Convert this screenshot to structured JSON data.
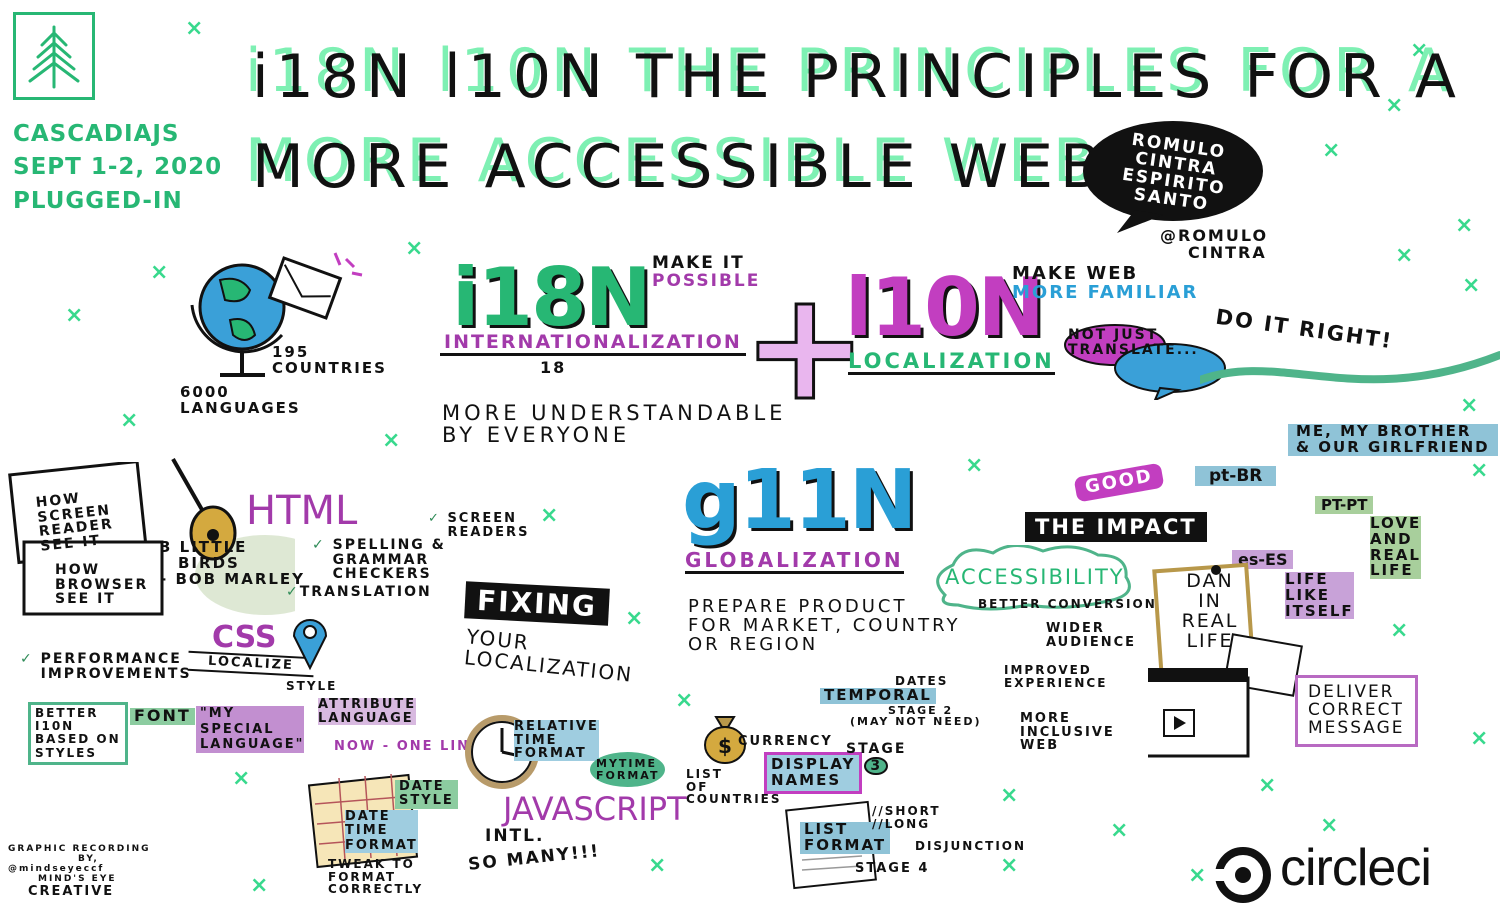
{
  "colors": {
    "accent_green": "#27b774",
    "mint": "#7ef0b3",
    "purple": "#a23aaa",
    "blue": "#2a9fd6",
    "pink": "#c23ec0"
  },
  "event": {
    "name": "CASCADIAJS",
    "dates": "SEPT 1-2, 2020",
    "mode": "PLUGGED-IN",
    "logo_icon": "pine-tree-icon"
  },
  "title": {
    "line1": "i18N l10N THE PRINCIPLES FOR A",
    "line2": "MORE ACCESSIBLE WEB"
  },
  "speaker": {
    "name_l1": "ROMULO",
    "name_l2": "CINTRA",
    "name_l3": "ESPIRITO SANTO",
    "handle_l1": "@ROMULO",
    "handle_l2": "CINTRA"
  },
  "globe": {
    "countries_num": "195",
    "countries_label": "COUNTRIES",
    "languages_num": "6000",
    "languages_label": "LANGUAGES"
  },
  "i18n": {
    "term": "i18N",
    "expanded": "INTERNATIONALIZATION",
    "count": "18",
    "tag_l1": "MAKE IT",
    "tag_l2": "POSSIBLE",
    "desc_l1": "MORE UNDERSTANDABLE",
    "desc_l2": "BY EVERYONE"
  },
  "plus": "+",
  "l10n": {
    "term": "l10N",
    "expanded": "LOCALIZATION",
    "tag_l1": "MAKE WEB",
    "tag_l2": "MORE FAMILIAR",
    "note_l1": "NOT JUST",
    "note_l2": "TRANSLATE...",
    "right": "DO IT RIGHT!"
  },
  "g11n": {
    "term": "g11N",
    "expanded": "GLOBALIZATION",
    "desc_l1": "PREPARE PRODUCT",
    "desc_l2": "FOR MARKET, COUNTRY",
    "desc_l3": "OR REGION"
  },
  "html_section": {
    "title": "HTML",
    "screen_l1": "HOW",
    "screen_l2": "SCREEN",
    "screen_l3": "READER",
    "screen_l4": "SEE IT",
    "browser_l1": "HOW",
    "browser_l2": "BROWSER",
    "browser_l3": "SEE IT",
    "song_l1": "3 LITTLE",
    "song_l2": "BIRDS",
    "song_l3": "- BOB MARLEY",
    "check_screen_l1": "SCREEN",
    "check_screen_l2": "READERS",
    "check_spell_l1": "SPELLING &",
    "check_spell_l2": "GRAMMAR",
    "check_spell_l3": "CHECKERS",
    "check_translation": "TRANSLATION"
  },
  "css_section": {
    "title": "CSS",
    "localize": "LOCALIZE",
    "style": "STYLE",
    "perf_l1": "PERFORMANCE",
    "perf_l2": "IMPROVEMENTS",
    "better_l1": "BETTER",
    "better_l2": "I10N",
    "better_l3": "BASED ON",
    "better_l4": "STYLES",
    "font": "FONT",
    "special": "\"MY SPECIAL LANGUAGE\"",
    "attr_l1": "ATTRIBUTE",
    "attr_l2": "LANGUAGE"
  },
  "fixing": {
    "title": "FIXING",
    "sub_l1": "YOUR",
    "sub_l2": "LOCALIZATION"
  },
  "js_section": {
    "title": "JAVASCRIPT",
    "now": "NOW - ONE LINE",
    "date_style_l1": "DATE",
    "date_style_l2": "STYLE",
    "date_time_l1": "DATE",
    "date_time_l2": "TIME",
    "date_time_l3": "FORMAT",
    "tweak_l1": "TWEAK TO",
    "tweak_l2": "FORMAT",
    "tweak_l3": "CORRECTLY",
    "relative_l1": "RELATIVE",
    "relative_l2": "TIME",
    "relative_l3": "FORMAT",
    "mytime_l1": "MYTIME",
    "mytime_l2": "FORMAT",
    "intl": "INTL.",
    "so_many": "SO MANY!!!"
  },
  "g11n_items": {
    "dates": "DATES",
    "temporal": "TEMPORAL",
    "stage2": "STAGE 2",
    "may_not": "(MAY NOT NEED)",
    "currency": "CURRENCY",
    "list_countries_l1": "LIST",
    "list_countries_l2": "OF",
    "list_countries_l3": "COUNTRIES",
    "display_l1": "DISPLAY",
    "display_l2": "NAMES",
    "stage3_l1": "STAGE",
    "stage3_l2": "3",
    "list_format_l1": "LIST",
    "list_format_l2": "FORMAT",
    "short": "//SHORT",
    "long": "//LONG",
    "disjunction": "DISJUNCTION",
    "stage4": "STAGE 4"
  },
  "impact": {
    "good": "GOOD",
    "title": "THE IMPACT",
    "accessibility": "ACCESSIBILITY",
    "better_conv": "BETTER CONVERSION",
    "wider_l1": "WIDER",
    "wider_l2": "AUDIENCE",
    "improved_l1": "IMPROVED",
    "improved_l2": "EXPERIENCE",
    "inclusive_l1": "MORE",
    "inclusive_l2": "INCLUSIVE",
    "inclusive_l3": "WEB"
  },
  "real_life": {
    "family_l1": "ME, MY BROTHER",
    "family_l2": "& OUR GIRLFRIEND",
    "pt_br": "pt-BR",
    "pt_pt": "PT-PT",
    "love_l1": "LOVE",
    "love_l2": "AND",
    "love_l3": "REAL",
    "love_l4": "LIFE",
    "es_es": "es-ES",
    "life_l1": "LIFE",
    "life_l2": "LIKE",
    "life_l3": "ITSELF",
    "dan_l1": "DAN",
    "dan_l2": "IN",
    "dan_l3": "REAL",
    "dan_l4": "LIFE",
    "deliver_l1": "DELIVER",
    "deliver_l2": "CORRECT",
    "deliver_l3": "MESSAGE"
  },
  "credit": {
    "l1": "GRAPHIC RECORDING",
    "l2": "BY,",
    "l3": "@mindseyeccf",
    "l4": "MIND'S EYE",
    "l5": "CREATIVE"
  },
  "sponsor": {
    "name": "circleci"
  }
}
